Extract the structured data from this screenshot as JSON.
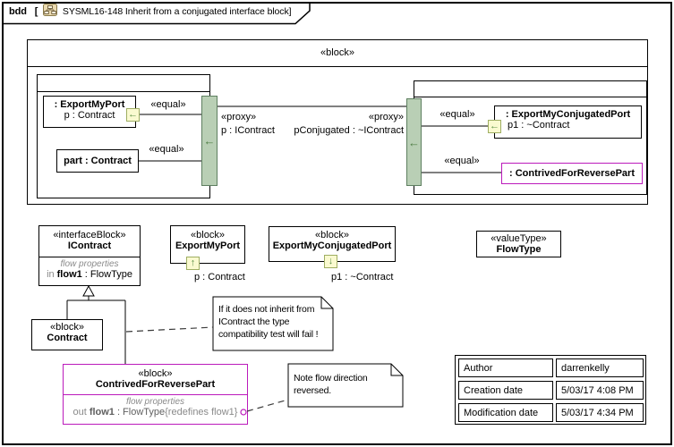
{
  "title": {
    "kind": "bdd",
    "bracket": "[",
    "diagram_name": "SYSML16-148 Inherit from a conjugated interface block]"
  },
  "colors": {
    "port_bar_fill": "#b9cfb5",
    "port_bar_border": "#5e7f60",
    "port_square_fill": "#fafad0",
    "port_square_border": "#9fae62",
    "arrow_green": "#5d9248",
    "magenta": "#bb1abb",
    "gray_text": "#8a8a8a"
  },
  "outer_block": {
    "stereotype": "«block»"
  },
  "left_structure": {
    "export_port_instance": {
      "name": ": ExportMyPort",
      "property": "p : Contract"
    },
    "part_instance": {
      "name": "part : Contract"
    },
    "equal_top": "«equal»",
    "equal_bottom": "«equal»",
    "proxy_stereotype": "«proxy»",
    "proxy_label": "p : IContract",
    "bar_arrow": "←",
    "square_arrow": "←"
  },
  "right_structure": {
    "proxy_stereotype": "«proxy»",
    "proxy_label": "pConjugated : ~IContract",
    "equal_top": "«equal»",
    "equal_bottom": "«equal»",
    "export_port_instance": {
      "name": ": ExportMyConjugatedPort",
      "property": "p1 : ~Contract"
    },
    "contrived_instance": {
      "name": ": ContrivedForReversePart"
    },
    "bar_arrow": "←",
    "square_arrow": "←"
  },
  "icontract": {
    "stereotype": "«interfaceBlock»",
    "name": "IContract",
    "compartment_label": "flow properties",
    "flow_dir": "in",
    "flow_name": "flow1",
    "flow_type": ": FlowType"
  },
  "export_my_port": {
    "stereotype": "«block»",
    "name": "ExportMyPort",
    "port_label": "p : Contract",
    "port_arrow": "↑"
  },
  "export_my_conjugated_port": {
    "stereotype": "«block»",
    "name": "ExportMyConjugatedPort",
    "port_label": "p1 : ~Contract",
    "port_arrow": "↓"
  },
  "flow_type": {
    "stereotype": "«valueType»",
    "name": "FlowType"
  },
  "contract": {
    "stereotype": "«block»",
    "name": "Contract"
  },
  "contrived_block": {
    "stereotype": "«block»",
    "name": "ContrivedForReversePart",
    "compartment_label": "flow properties",
    "flow_dir": "out",
    "flow_name": "flow1",
    "flow_type": ": FlowType",
    "flow_redefines": "{redefines flow1}"
  },
  "note_inherit": {
    "line1": "If it does not inherit from",
    "line2": "IContract the type",
    "line3": "compatibility test will fail !"
  },
  "note_flow": {
    "line1": "Note flow direction",
    "line2": "reversed."
  },
  "info_table": {
    "rows": [
      {
        "label": "Author",
        "value": "darrenkelly"
      },
      {
        "label": "Creation date",
        "value": "5/03/17 4:08 PM"
      },
      {
        "label": "Modification date",
        "value": "5/03/17 4:34 PM"
      }
    ]
  }
}
